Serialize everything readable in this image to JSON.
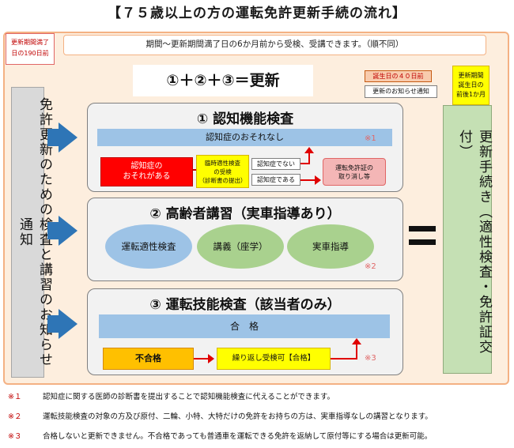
{
  "title": "【７５歳以上の方の運転免許更新手続の流れ】",
  "note_190": {
    "line1": "更新期間満了",
    "line2": "日の190日前"
  },
  "period_text": "期間～更新期間満了日の6か月前から受検、受講できます。（順不同）",
  "formula": "①＋②＋③＝更新",
  "birthday_40": "誕生日の４０日前",
  "renewal_notice": "更新のお知らせ通知",
  "renewal_period": {
    "line1": "更新期間",
    "line2": "誕生日の",
    "line3": "前後1か月"
  },
  "left_column": "免許更新のための検査と講習のお知らせ通知",
  "right_column": "更新手続き（適性検査・免許証交付）",
  "section1": {
    "title": "① 認知機能検査",
    "no_dementia": "認知症のおそれなし",
    "mark": "※1",
    "risk_line1": "認知症の",
    "risk_line2": "おそれがある",
    "temp_line1": "臨時適性検査",
    "temp_line2": "の受検",
    "temp_line3": "（診断書の提出）",
    "not_dementia": "認知症でない",
    "is_dementia": "認知症である",
    "revoke_line1": "運転免許証の",
    "revoke_line2": "取り消し等"
  },
  "section2": {
    "title": "② 高齢者講習（実車指導あり）",
    "aptitude": "運転適性検査",
    "lecture": "講義（座学）",
    "driving": "実車指導",
    "mark": "※2"
  },
  "section3": {
    "title": "③ 運転技能検査（該当者のみ）",
    "pass": "合　格",
    "fail": "不合格",
    "retry": "繰り返し受検可【合格】",
    "mark": "※3"
  },
  "footnotes": [
    {
      "mark": "※１",
      "text": "認知症に関する医師の診断書を提出することで認知機能検査に代えることができます。"
    },
    {
      "mark": "※２",
      "text": "運転技能検査の対象の方及び原付、二輪、小特、大特だけの免許をお持ちの方は、実車指導なしの講習となります。"
    },
    {
      "mark": "※３",
      "text": "合格しないと更新できません。不合格であっても普通車を運転できる免許を返納して原付等にする場合は更新可能。"
    }
  ],
  "colors": {
    "arrow": "#2e75b6",
    "frame": "#f4b183",
    "red": "#ff0000",
    "yellow": "#ffff00",
    "green_col": "#c5e0b4",
    "blue_bar": "#9dc3e6"
  }
}
